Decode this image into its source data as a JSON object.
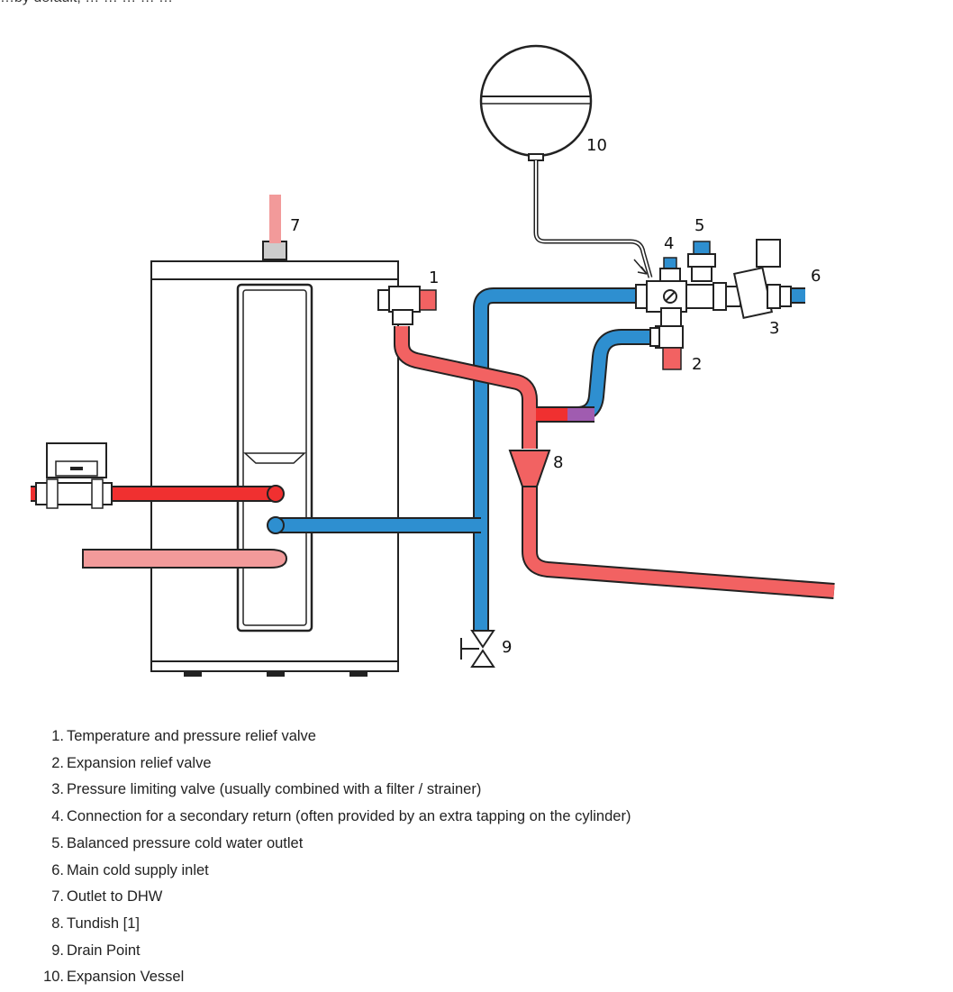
{
  "header_partial_text": "…by default, … … … … …",
  "callouts": [
    "1",
    "2",
    "3",
    "4",
    "5",
    "6",
    "7",
    "8",
    "9",
    "10"
  ],
  "legend": [
    {
      "num": "1.",
      "text": "Temperature and pressure relief valve"
    },
    {
      "num": "2.",
      "text": "Expansion relief valve"
    },
    {
      "num": "3.",
      "text": "Pressure limiting valve (usually combined with a filter / strainer)"
    },
    {
      "num": "4.",
      "text": "Connection for a secondary return (often provided by an extra tapping on the cylinder)"
    },
    {
      "num": "5.",
      "text": "Balanced pressure cold water outlet"
    },
    {
      "num": "6.",
      "text": "Main cold supply inlet"
    },
    {
      "num": "7.",
      "text": "Outlet to DHW"
    },
    {
      "num": "8.",
      "text": "Tundish [1]"
    },
    {
      "num": "9.",
      "text": "Drain Point"
    },
    {
      "num": "10.",
      "text": "Expansion Vessel"
    }
  ],
  "colors": {
    "hot_pipe": "#f03030",
    "warm_pipe": "#f26262",
    "pink_pipe": "#f29a9a",
    "cold_pipe": "#2e8fd0",
    "outline": "#222222"
  }
}
